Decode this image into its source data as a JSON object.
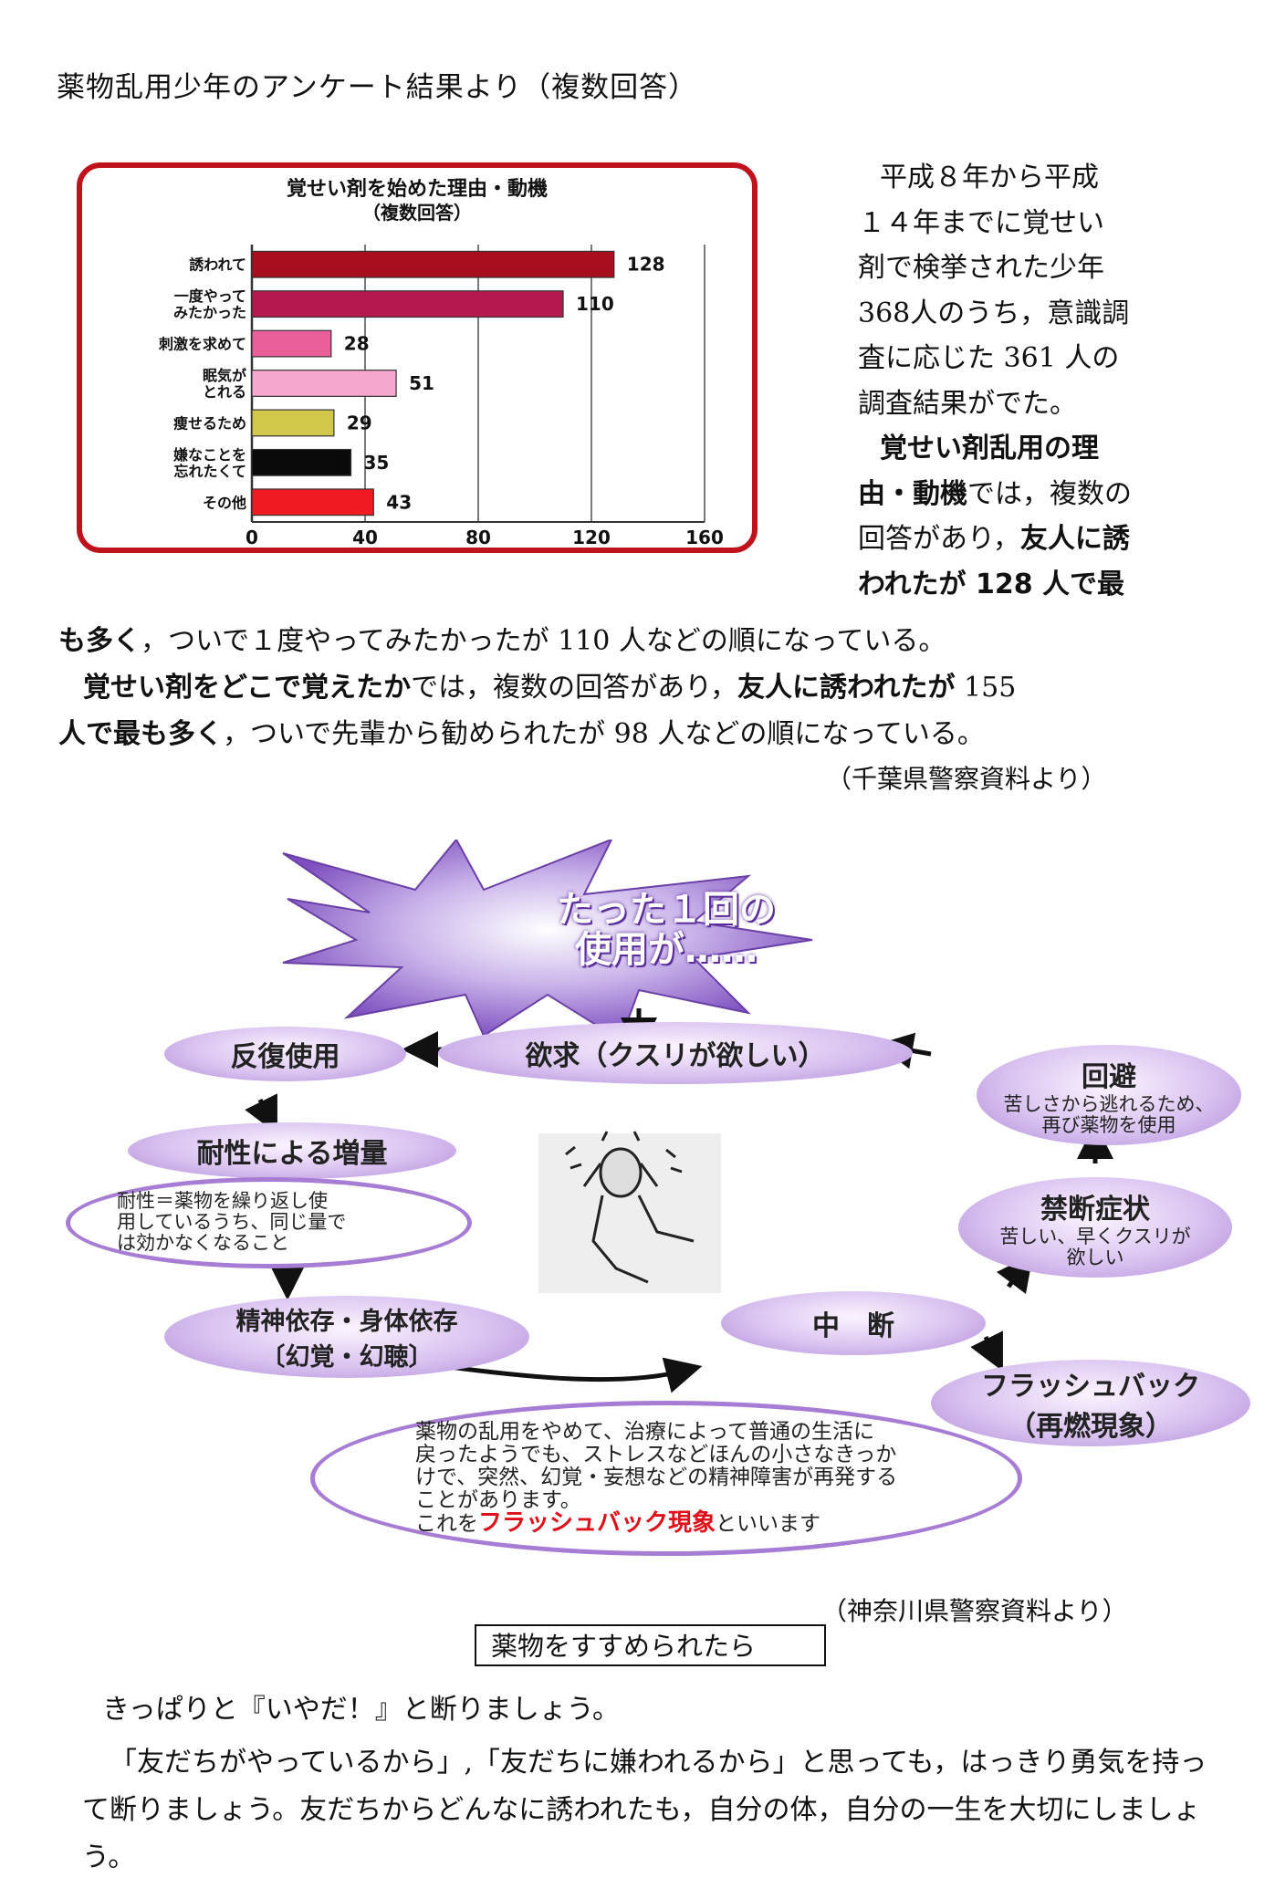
{
  "title": "薬物乱用少年のアンケート結果より（複数回答）",
  "chart_data": {
    "type": "bar",
    "orientation": "horizontal",
    "title": "覚せい剤を始めた理由・動機",
    "subtitle": "（複数回答）",
    "categories": [
      "誘われて",
      "一度やってみたかった",
      "刺激を求めて",
      "眠気がとれる",
      "痩せるため",
      "嫌なことを忘れたくて",
      "その他"
    ],
    "category_lines": [
      [
        "誘われて"
      ],
      [
        "一度やって",
        "みたかった"
      ],
      [
        "刺激を求めて"
      ],
      [
        "眠気が",
        "とれる"
      ],
      [
        "痩せるため"
      ],
      [
        "嫌なことを",
        "忘れたくて"
      ],
      [
        "その他"
      ]
    ],
    "values": [
      128,
      110,
      28,
      51,
      29,
      35,
      43
    ],
    "colors": [
      "#a80f1e",
      "#b5174f",
      "#e85f9a",
      "#f7a8cf",
      "#d1c74a",
      "#0a0a0a",
      "#f01a22"
    ],
    "xlim": [
      0,
      160
    ],
    "xticks": [
      0,
      40,
      80,
      120,
      160
    ],
    "grid": true,
    "xlabel": "",
    "ylabel": ""
  },
  "side_paragraph": {
    "line1": "平成８年から平成",
    "line2": "１４年までに覚せい",
    "line3": "剤で検挙された少年",
    "line4": "368人のうち，意識調",
    "line5": "査に応じた 361 人の",
    "line6": "調査結果がでた。",
    "bold1": "覚せい剤乱用の理",
    "bold2": "由・動機",
    "rest2": "では，複数の",
    "line8a": "回答があり，",
    "bold3": "友人に誘",
    "bold4": "われたが 128 人で最"
  },
  "para1": {
    "bold": "も多く",
    "rest": "，ついで１度やってみたかったが 110 人などの順になっている。"
  },
  "para2": {
    "bold1": "覚せい剤をどこで覚えたか",
    "mid": "では，複数の回答があり，",
    "bold2": "友人に誘われたが",
    "num": " 155",
    "bold3": "人で最も多く",
    "rest": "，ついで先輩から勧められたが 98 人などの順になっている。"
  },
  "source1": "（千葉県警察資料より）",
  "diagram": {
    "burst_line1": "たった１回の",
    "burst_line2": "使用が……",
    "desire": "欲求（クスリが欲しい）",
    "repeat": "反復使用",
    "tolerance": "耐性による増量",
    "tolerance_note1": "耐性＝薬物を繰り返し使",
    "tolerance_note2": "用しているうち、同じ量で",
    "tolerance_note3": "は効かなくなること",
    "dependence1": "精神依存・身体依存",
    "dependence2": "〔幻覚・幻聴〕",
    "stop": "中　断",
    "withdrawal": "禁断症状",
    "withdrawal_note1": "苦しい、早くクスリが",
    "withdrawal_note2": "欲しい",
    "avoid": "回避",
    "avoid_note1": "苦しさから逃れるため、",
    "avoid_note2": "再び薬物を使用",
    "flashback1": "フラッシュバック",
    "flashback2": "（再燃現象）",
    "flash_note1": "薬物の乱用をやめて、治療によって普通の生活に",
    "flash_note2": "戻ったようでも、ストレスなどほんの小さなきっか",
    "flash_note3": "けで、突然、幻覚・妄想などの精神障害が再発する",
    "flash_note4": "ことがあります。",
    "flash_note5a": "これを",
    "flash_note5b": "フラッシュバック現象",
    "flash_note5c": "といいます",
    "accent_red": "#e0101a"
  },
  "source2": "（神奈川県警察資料より）",
  "heading": "薬物をすすめられたら",
  "para3": "きっぱりと『いやだ！』と断りましょう。",
  "para4": "「友だちがやっているから」,「友だちに嫌われるから」と思っても，はっきり勇気を持って断りましょう。友だちからどんなに誘われたも，自分の体，自分の一生を大切にしましょう。"
}
